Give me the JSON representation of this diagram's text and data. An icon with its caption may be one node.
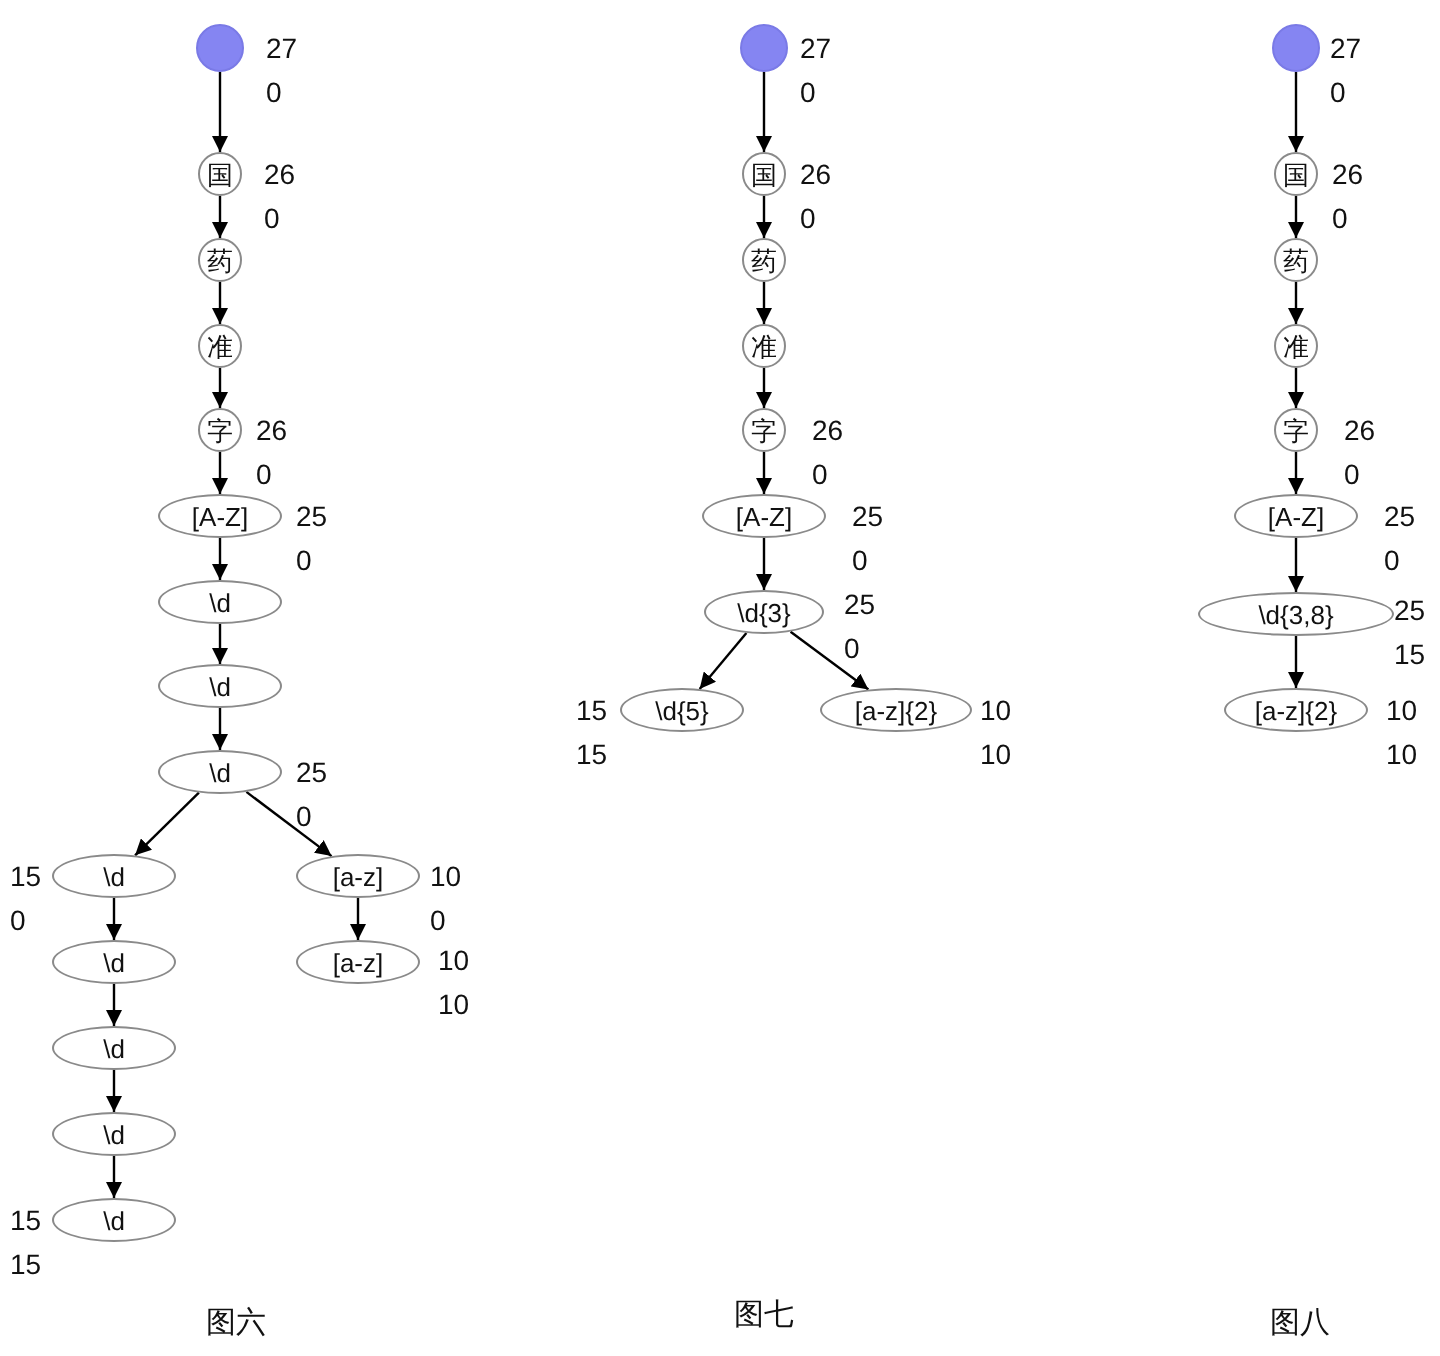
{
  "diagram": {
    "nodes": [
      {
        "text": [],
        "shape": "circle",
        "beside": [
          "27",
          "0"
        ]
      },
      {
        "text": [
          "国"
        ],
        "beside": [
          "26",
          "0"
        ]
      },
      {
        "text": [
          "药"
        ]
      },
      {
        "text": [
          "准"
        ]
      },
      {
        "text": [
          "字"
        ],
        "beside": [
          "26",
          "0"
        ]
      },
      {
        "text": [
          "[A-Z]"
        ],
        "beside": [
          "25",
          "0"
        ]
      },
      {
        "text": [
          "\\d"
        ]
      },
      {
        "text": [
          "\\d"
        ]
      },
      {
        "text": [
          "\\d"
        ],
        "beside": [
          "25",
          "0"
        ]
      },
      {
        "text": [
          "\\d"
        ],
        "beside": [
          "15",
          "0"
        ]
      },
      {
        "text": [
          "\\d"
        ]
      },
      {
        "text": [
          "\\d"
        ]
      },
      {
        "text": [
          "\\d"
        ]
      },
      {
        "text": [
          "\\d"
        ],
        "beside": [
          "15",
          "15"
        ]
      },
      {
        "text": [
          "[a-z]"
        ],
        "beside": [
          "10",
          "0"
        ]
      },
      {
        "text": [
          "[a-z]"
        ],
        "beside": [
          "10",
          "10"
        ]
      },
      {
        "text": [],
        "shape": "circle",
        "beside": [
          "27",
          "0"
        ]
      },
      {
        "text": [
          "国"
        ],
        "beside": [
          "26",
          "0"
        ]
      },
      {
        "text": [
          "药"
        ]
      },
      {
        "text": [
          "准"
        ]
      },
      {
        "text": [
          "字"
        ],
        "beside": [
          "26",
          "0"
        ]
      },
      {
        "text": [
          "[A-Z]"
        ],
        "beside": [
          "25",
          "0"
        ]
      },
      {
        "text": [
          "\\d{3}"
        ],
        "beside": [
          "25",
          "0"
        ]
      },
      {
        "text": [
          "\\d{5}"
        ],
        "beside": [
          "15",
          "15"
        ]
      },
      {
        "text": [
          "[a-z]{2}"
        ],
        "beside": [
          "10",
          "10"
        ]
      },
      {
        "text": [],
        "shape": "circle",
        "beside": [
          "27",
          "0"
        ]
      },
      {
        "text": [
          "国"
        ],
        "beside": [
          "26",
          "0"
        ]
      },
      {
        "text": [
          "药"
        ]
      },
      {
        "text": [
          "准"
        ]
      },
      {
        "text": [
          "字"
        ],
        "beside": [
          "26",
          "0"
        ]
      },
      {
        "text": [
          "[A-Z]"
        ],
        "beside": [
          "25",
          "0"
        ]
      },
      {
        "text": [
          "\\d{3,8}"
        ],
        "beside": [
          "25",
          "15"
        ]
      },
      {
        "text": [
          "[a-z]{2}"
        ],
        "beside": [
          "10",
          "10"
        ]
      }
    ],
    "edges": [
      {
        "from": 0,
        "to": 1,
        "arrow": "to"
      },
      {
        "from": 1,
        "to": 2,
        "arrow": "to"
      },
      {
        "from": 2,
        "to": 3,
        "arrow": "to"
      },
      {
        "from": 3,
        "to": 4,
        "arrow": "to"
      },
      {
        "from": 4,
        "to": 5,
        "arrow": "to"
      },
      {
        "from": 5,
        "to": 6,
        "arrow": "to"
      },
      {
        "from": 6,
        "to": 7,
        "arrow": "to"
      },
      {
        "from": 7,
        "to": 8,
        "arrow": "to"
      },
      {
        "from": 8,
        "to": 9,
        "arrow": "to"
      },
      {
        "from": 8,
        "to": 14,
        "arrow": "to"
      },
      {
        "from": 9,
        "to": 10,
        "arrow": "to"
      },
      {
        "from": 10,
        "to": 11,
        "arrow": "to"
      },
      {
        "from": 11,
        "to": 12,
        "arrow": "to"
      },
      {
        "from": 12,
        "to": 13,
        "arrow": "to"
      },
      {
        "from": 14,
        "to": 15,
        "arrow": "to"
      },
      {
        "from": 16,
        "to": 17,
        "arrow": "to"
      },
      {
        "from": 17,
        "to": 18,
        "arrow": "to"
      },
      {
        "from": 18,
        "to": 19,
        "arrow": "to"
      },
      {
        "from": 19,
        "to": 20,
        "arrow": "to"
      },
      {
        "from": 20,
        "to": 21,
        "arrow": "to"
      },
      {
        "from": 21,
        "to": 22,
        "arrow": "to"
      },
      {
        "from": 22,
        "to": 23,
        "arrow": "to"
      },
      {
        "from": 22,
        "to": 24,
        "arrow": "to"
      },
      {
        "from": 25,
        "to": 26,
        "arrow": "to"
      },
      {
        "from": 26,
        "to": 27,
        "arrow": "to"
      },
      {
        "from": 27,
        "to": 28,
        "arrow": "to"
      },
      {
        "from": 28,
        "to": 29,
        "arrow": "to"
      },
      {
        "from": 29,
        "to": 30,
        "arrow": "to"
      },
      {
        "from": 30,
        "to": 31,
        "arrow": "to"
      },
      {
        "from": 31,
        "to": 32,
        "arrow": "to"
      }
    ],
    "labels": [
      "图六",
      "图七",
      "图八"
    ]
  }
}
